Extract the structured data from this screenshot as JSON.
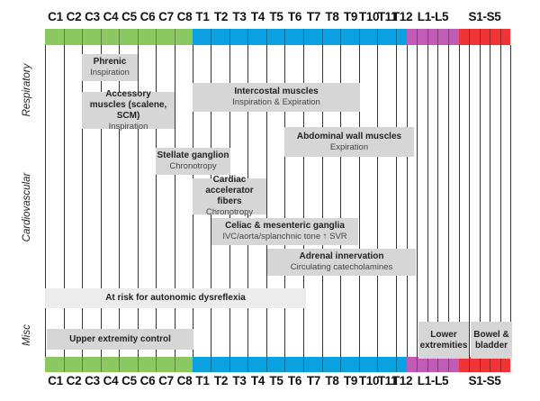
{
  "levels": {
    "cervical": [
      "C1",
      "C2",
      "C3",
      "C4",
      "C5",
      "C6",
      "C7",
      "C8"
    ],
    "thoracic": [
      "T1",
      "T2",
      "T3",
      "T4",
      "T5",
      "T6",
      "T7",
      "T8",
      "T9",
      "T10",
      "T11",
      "T12"
    ],
    "lumbar": "L1-L5",
    "sacral": "S1-S5"
  },
  "colors": {
    "cervical": "#8cc862",
    "thoracic": "#0ba0e0",
    "lumbar": "#c05cb6",
    "sacral": "#ee3434",
    "box": "#d6d6d6",
    "box_light": "#ececec"
  },
  "sections": {
    "respiratory": "Respiratory",
    "cardiovascular": "Cardiovascular",
    "misc": "Misc"
  },
  "boxes": {
    "phrenic": {
      "title": "Phrenic",
      "subtitle": "Inspiration"
    },
    "accessory": {
      "title": "Accessory muscles (scalene, SCM)",
      "subtitle": "Inspiration"
    },
    "intercostal": {
      "title": "Intercostal muscles",
      "subtitle": "Inspiration & Expiration"
    },
    "abdominal": {
      "title": "Abdominal wall muscles",
      "subtitle": "Expiration"
    },
    "stellate": {
      "title": "Stellate ganglion",
      "subtitle": "Chronotropy"
    },
    "cardiac": {
      "title": "Cardiac accelerator fibers",
      "subtitle": "Chronotropy"
    },
    "celiac": {
      "title": "Celiac & mesenteric ganglia",
      "subtitle": "IVC/aorta/splanchnic tone ↑ SVR"
    },
    "adrenal": {
      "title": "Adrenal innervation",
      "subtitle": "Circulating catecholamines"
    },
    "dysreflexia": {
      "title": "At risk for autonomic dysreflexia"
    },
    "upper": {
      "title": "Upper extremity control"
    },
    "lower": {
      "title": "Lower extremities"
    },
    "bowel": {
      "title": "Bowel & bladder"
    }
  }
}
